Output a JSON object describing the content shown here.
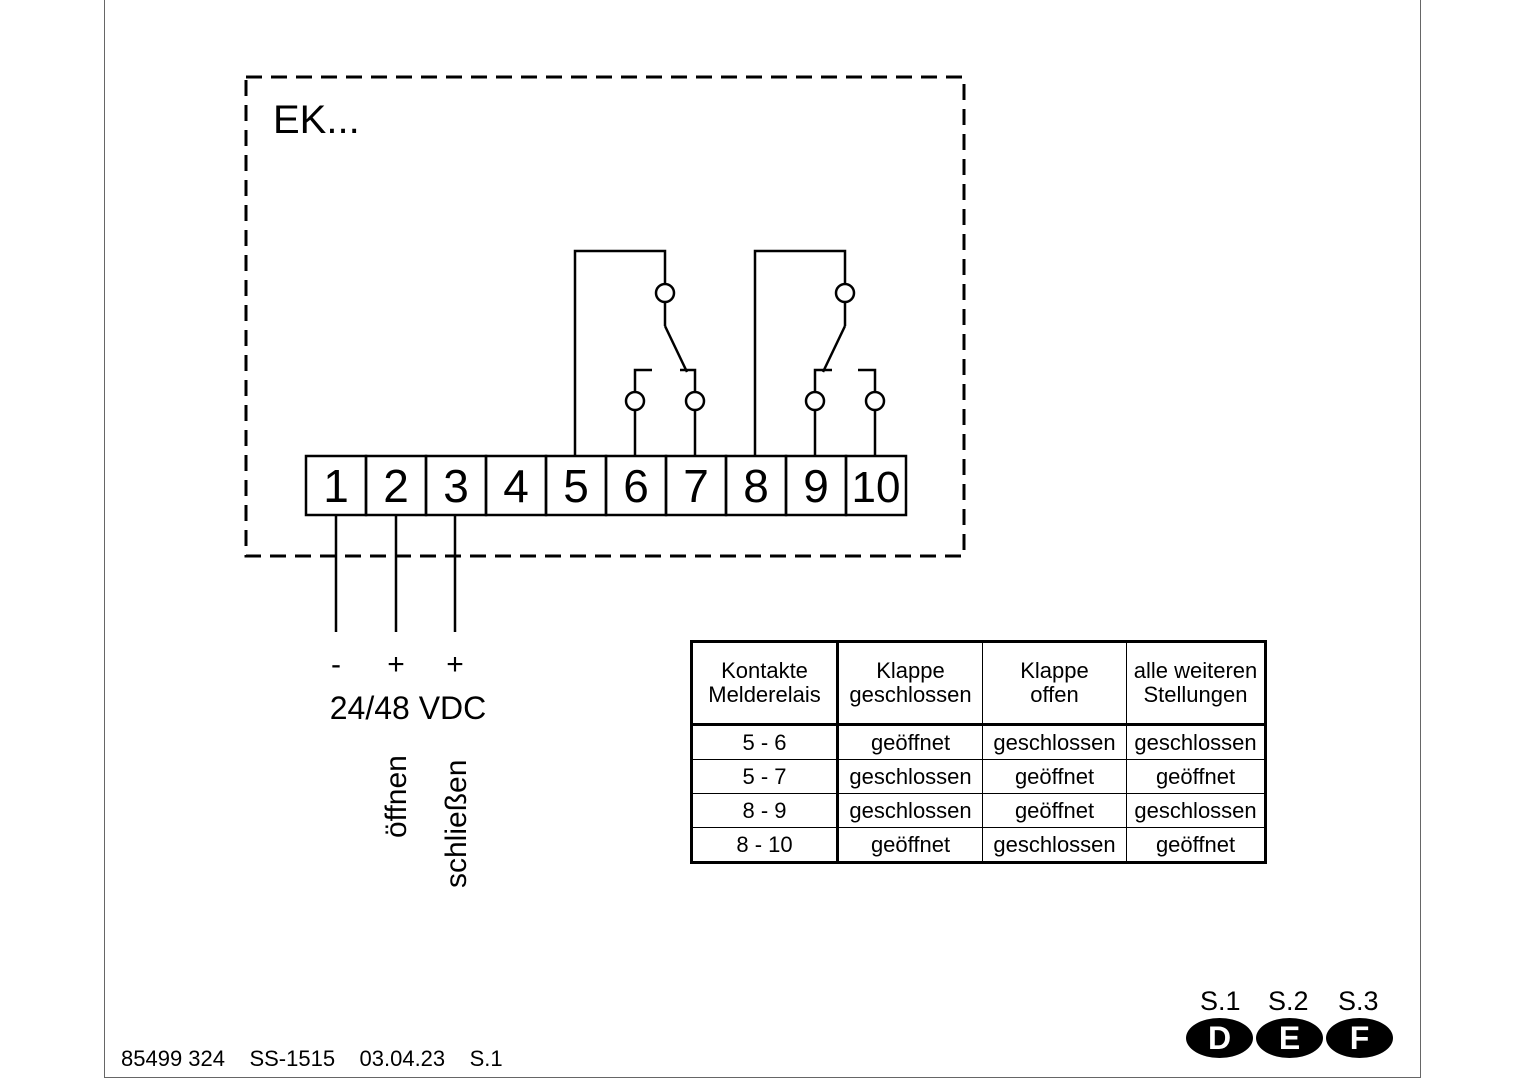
{
  "device_label": "EK...",
  "terminals": [
    "1",
    "2",
    "3",
    "4",
    "5",
    "6",
    "7",
    "8",
    "9",
    "10"
  ],
  "polarity": [
    "-",
    "+",
    "+"
  ],
  "supply_label": "24/48 VDC",
  "function_labels": [
    "öffnen",
    "schließen"
  ],
  "table": {
    "headers": [
      [
        "Kontakte",
        "Melderelais"
      ],
      [
        "Klappe",
        "geschlossen"
      ],
      [
        "Klappe",
        "offen"
      ],
      [
        "alle weiteren",
        "Stellungen"
      ]
    ],
    "rows": [
      [
        "5 - 6",
        "geöffnet",
        "geschlossen",
        "geschlossen"
      ],
      [
        "5 - 7",
        "geschlossen",
        "geöffnet",
        "geöffnet"
      ],
      [
        "8 - 9",
        "geschlossen",
        "geöffnet",
        "geschlossen"
      ],
      [
        "8 - 10",
        "geöffnet",
        "geschlossen",
        "geöffnet"
      ]
    ]
  },
  "footer": "85499 324    SS-1515    03.04.23    S.1",
  "languages": [
    {
      "label": "S.1",
      "letter": "D"
    },
    {
      "label": "S.2",
      "letter": "E"
    },
    {
      "label": "S.3",
      "letter": "F"
    }
  ]
}
